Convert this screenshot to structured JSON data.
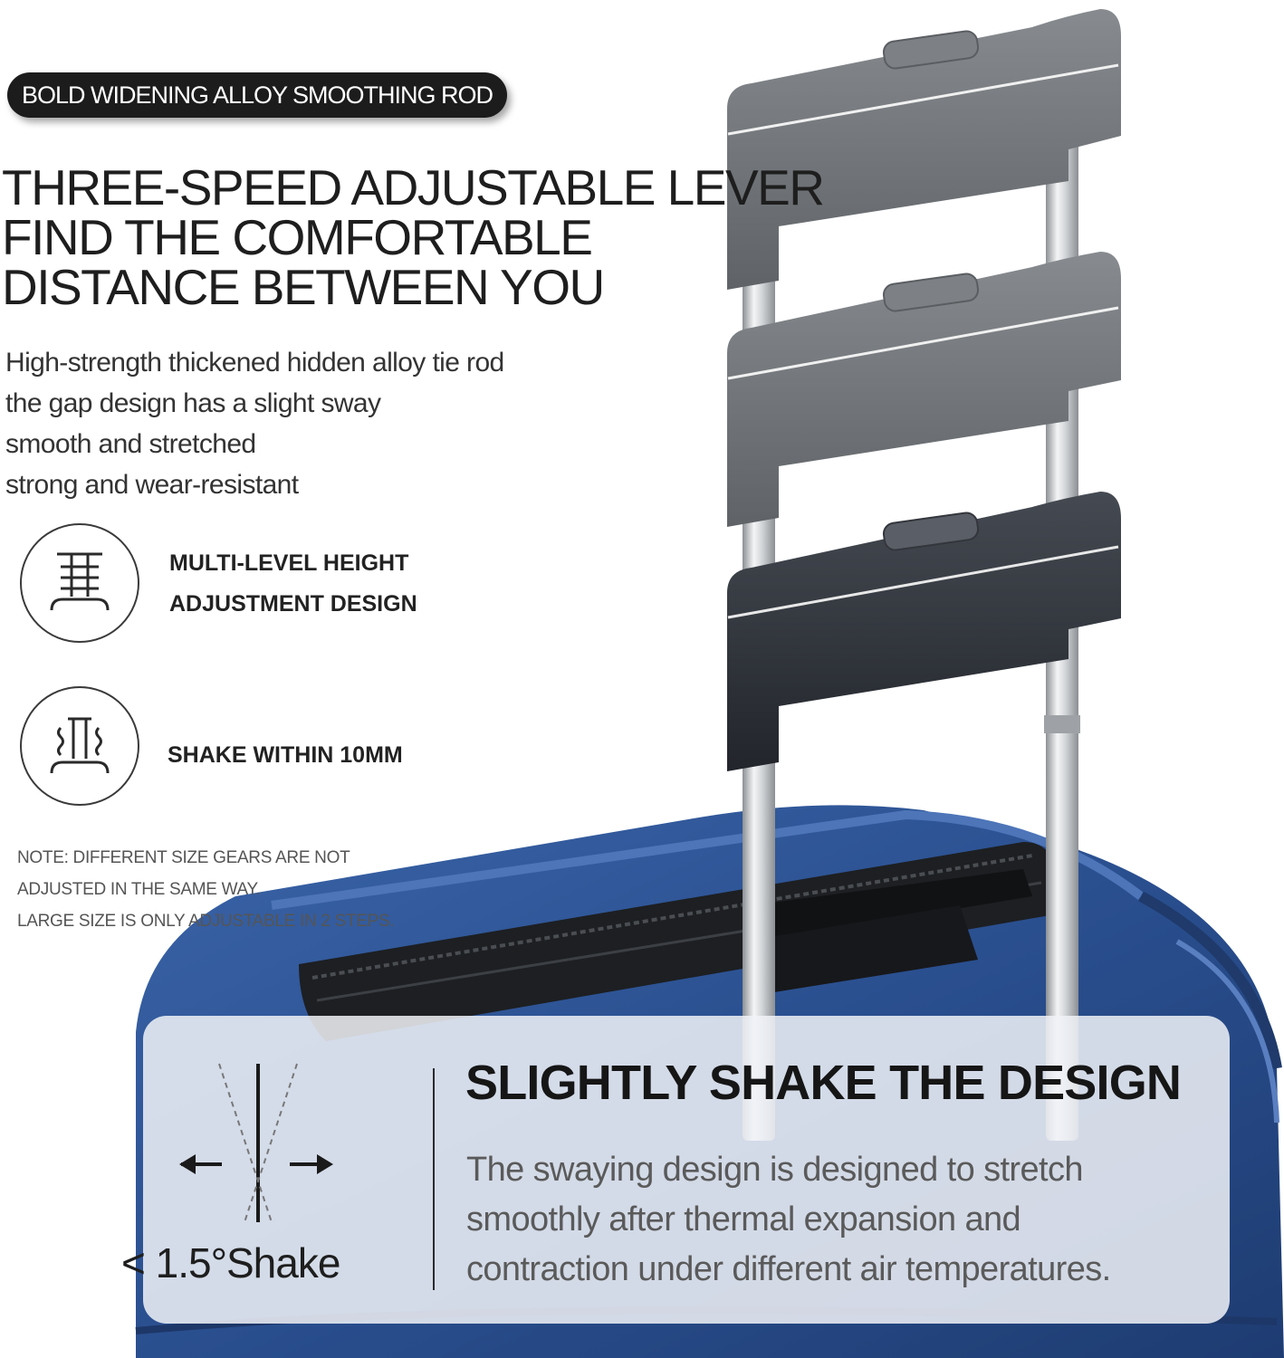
{
  "badge": {
    "text": "BOLD WIDENING ALLOY SMOOTHING ROD"
  },
  "headline": {
    "line1": "THREE-SPEED ADJUSTABLE LEVER",
    "line2": "FIND THE COMFORTABLE",
    "line3": "DISTANCE BETWEEN YOU"
  },
  "description": {
    "line1": "High-strength thickened hidden alloy tie rod",
    "line2": "the gap design has a slight sway",
    "line3": "smooth and stretched",
    "line4": "strong and wear-resistant"
  },
  "features": [
    {
      "icon": "height-adjust-icon",
      "line1": "MULTI-LEVEL HEIGHT",
      "line2": "ADJUSTMENT DESIGN"
    },
    {
      "icon": "shake-icon",
      "line1": "SHAKE WITHIN 10MM"
    }
  ],
  "note": {
    "line1": "NOTE: DIFFERENT SIZE GEARS ARE NOT",
    "line2": "ADJUSTED IN THE SAME WAY.",
    "line3": "LARGE SIZE IS ONLY ADJUSTABLE IN 2 STEPS."
  },
  "card": {
    "title": "SLIGHTLY SHAKE THE DESIGN",
    "body_line1": "The swaying design is designed to stretch",
    "body_line2": "smoothly after thermal expansion and",
    "body_line3": "contraction under different air temperatures.",
    "shake_label": "< 1.5°Shake"
  },
  "colors": {
    "suitcase_blue": "#2a4f8f",
    "handle_gray": "#707579",
    "handle_dark": "#2c2f36",
    "rod_silver": "#c9cccf",
    "badge_bg": "#1c1c1c"
  }
}
